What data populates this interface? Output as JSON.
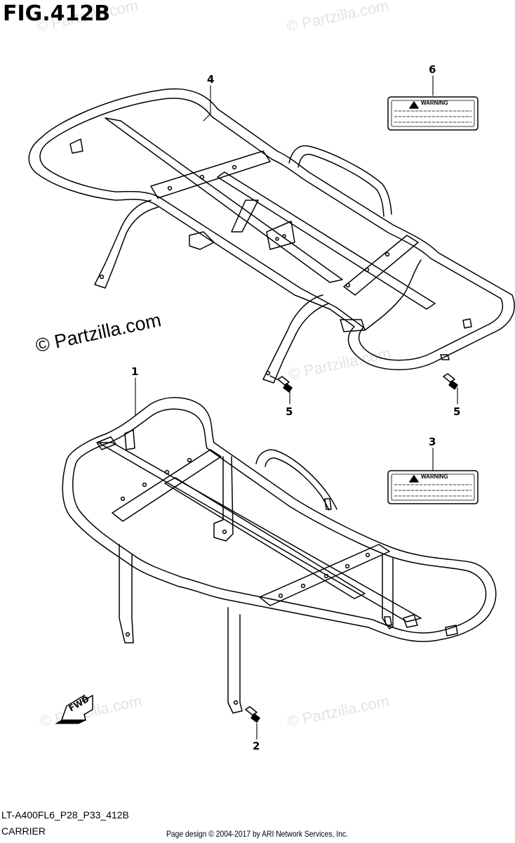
{
  "figure": {
    "title": "FIG.412B",
    "model_code": "LT-A400FL6_P28_P33_412B",
    "section_name": "CARRIER",
    "page_credit": "Page design © 2004-2017 by ARI Network Services, Inc."
  },
  "watermark": {
    "text": "© Partzilla.com"
  },
  "callouts": [
    {
      "id": "callout-1",
      "label": "1"
    },
    {
      "id": "callout-2",
      "label": "2"
    },
    {
      "id": "callout-3",
      "label": "3"
    },
    {
      "id": "callout-4",
      "label": "4"
    },
    {
      "id": "callout-5a",
      "label": "5"
    },
    {
      "id": "callout-5b",
      "label": "5"
    },
    {
      "id": "callout-6",
      "label": "6"
    }
  ],
  "labels": {
    "warning_text": "WARNING",
    "warning_icon": "warning-triangle-icon"
  },
  "fwd": {
    "text": "FWD",
    "icon": "fwd-arrow-icon"
  }
}
